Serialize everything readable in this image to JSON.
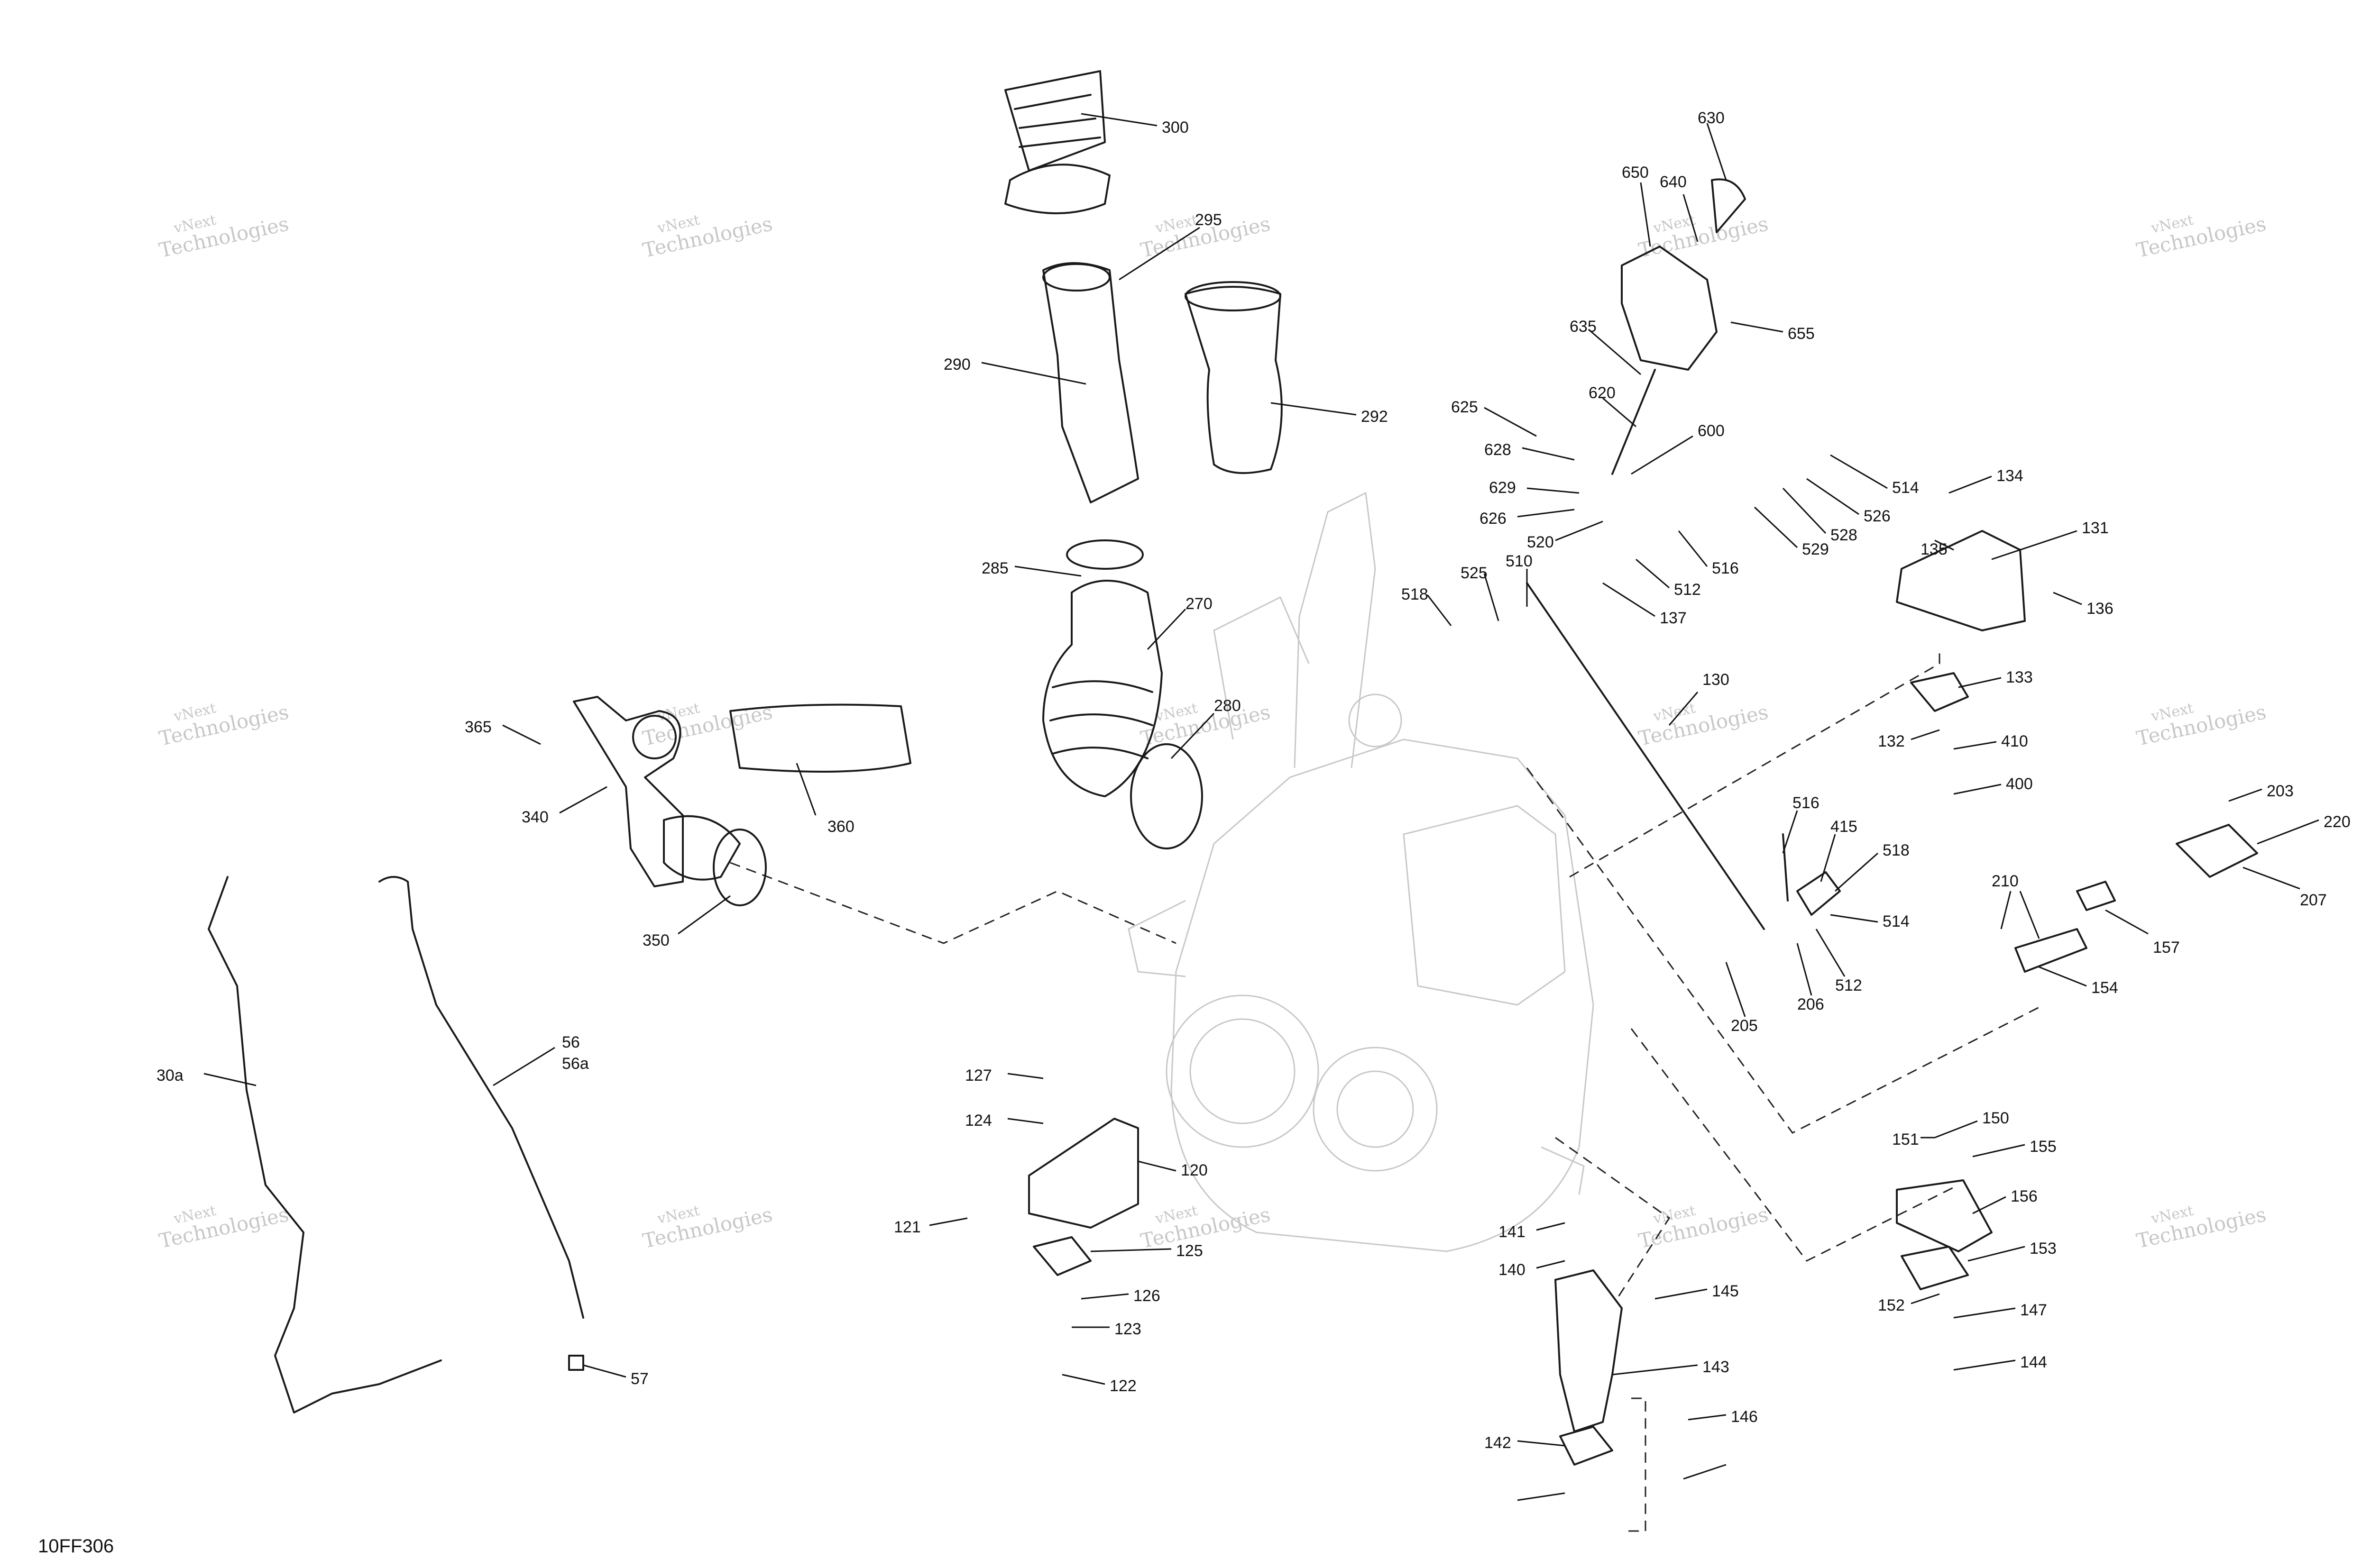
{
  "reference": "10FF306",
  "watermark": {
    "line1": "vNext",
    "line2": "Technologies"
  },
  "callouts": [
    "300",
    "295",
    "290",
    "292",
    "285",
    "270",
    "280",
    "365",
    "340",
    "360",
    "350",
    "30a",
    "56",
    "56a",
    "57",
    "127",
    "124",
    "120",
    "121",
    "125",
    "126",
    "123",
    "122",
    "630",
    "650",
    "640",
    "655",
    "635",
    "620",
    "625",
    "600",
    "628",
    "629",
    "626",
    "520",
    "516",
    "529",
    "528",
    "526",
    "514",
    "512",
    "518",
    "525",
    "510",
    "137",
    "130",
    "134",
    "131",
    "135",
    "136",
    "133",
    "132",
    "410",
    "400",
    "516",
    "415",
    "518",
    "514",
    "512",
    "205",
    "206",
    "203",
    "220",
    "207",
    "210",
    "157",
    "154",
    "151",
    "150",
    "155",
    "156",
    "153",
    "152",
    "147",
    "144",
    "141",
    "140",
    "145",
    "143",
    "142",
    "146"
  ]
}
